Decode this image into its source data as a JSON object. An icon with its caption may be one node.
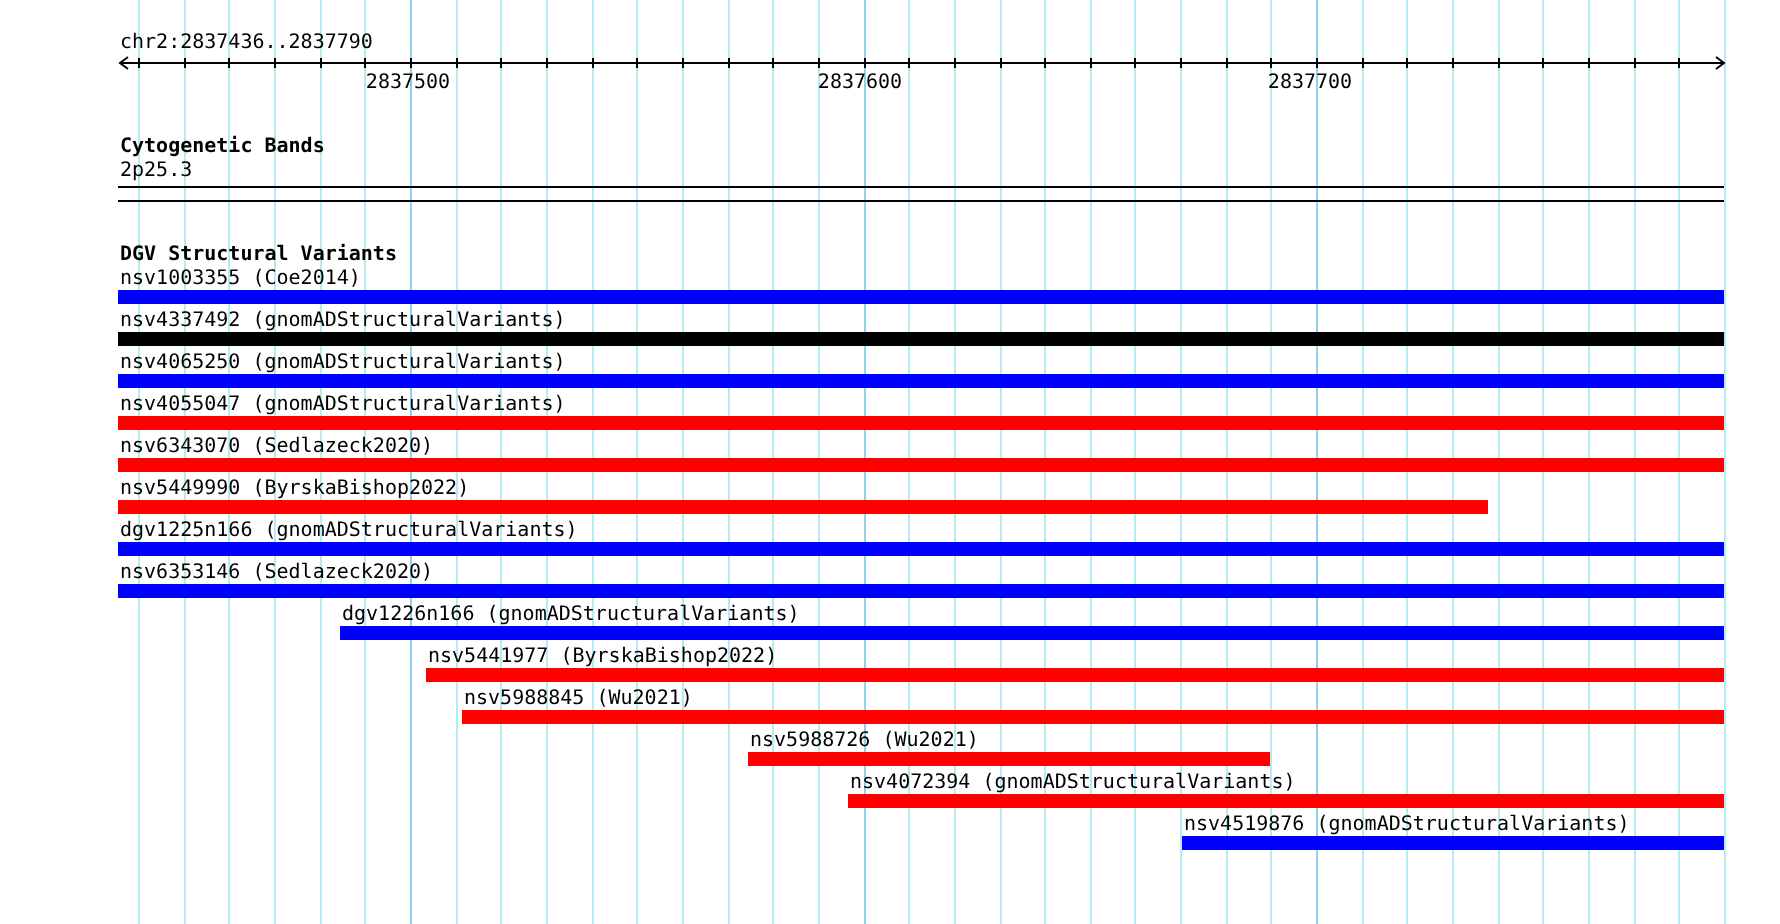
{
  "diagram": {
    "nodes": [
      {
        "text": [
          "nsv1003355 (Coe2014)"
        ]
      },
      {
        "text": [
          "nsv4337492 (gnomADStructuralVariants)"
        ]
      },
      {
        "text": [
          "nsv4065250 (gnomADStructuralVariants)"
        ]
      },
      {
        "text": [
          "nsv4055047 (gnomADStructuralVariants)"
        ]
      },
      {
        "text": [
          "nsv6343070 (Sedlazeck2020)"
        ]
      },
      {
        "text": [
          "nsv5449990 (ByrskaBishop2022)"
        ]
      },
      {
        "text": [
          "dgv1225n166 (gnomADStructuralVariants)"
        ]
      },
      {
        "text": [
          "nsv6353146 (Sedlazeck2020)"
        ]
      },
      {
        "text": [
          "dgv1226n166 (gnomADStructuralVariants)"
        ]
      },
      {
        "text": [
          "nsv5441977 (ByrskaBishop2022)"
        ]
      },
      {
        "text": [
          "nsv5988845 (Wu2021)"
        ]
      },
      {
        "text": [
          "nsv5988726 (Wu2021)"
        ]
      },
      {
        "text": [
          "nsv4072394 (gnomADStructuralVariants)"
        ]
      },
      {
        "text": [
          "nsv4519876 (gnomADStructuralVariants)"
        ]
      }
    ],
    "labels": [
      "chr2:2837436..2837790",
      "2837500",
      "2837600",
      "2837700",
      "Cytogenetic Bands",
      "2p25.3",
      "DGV Structural Variants"
    ]
  }
}
